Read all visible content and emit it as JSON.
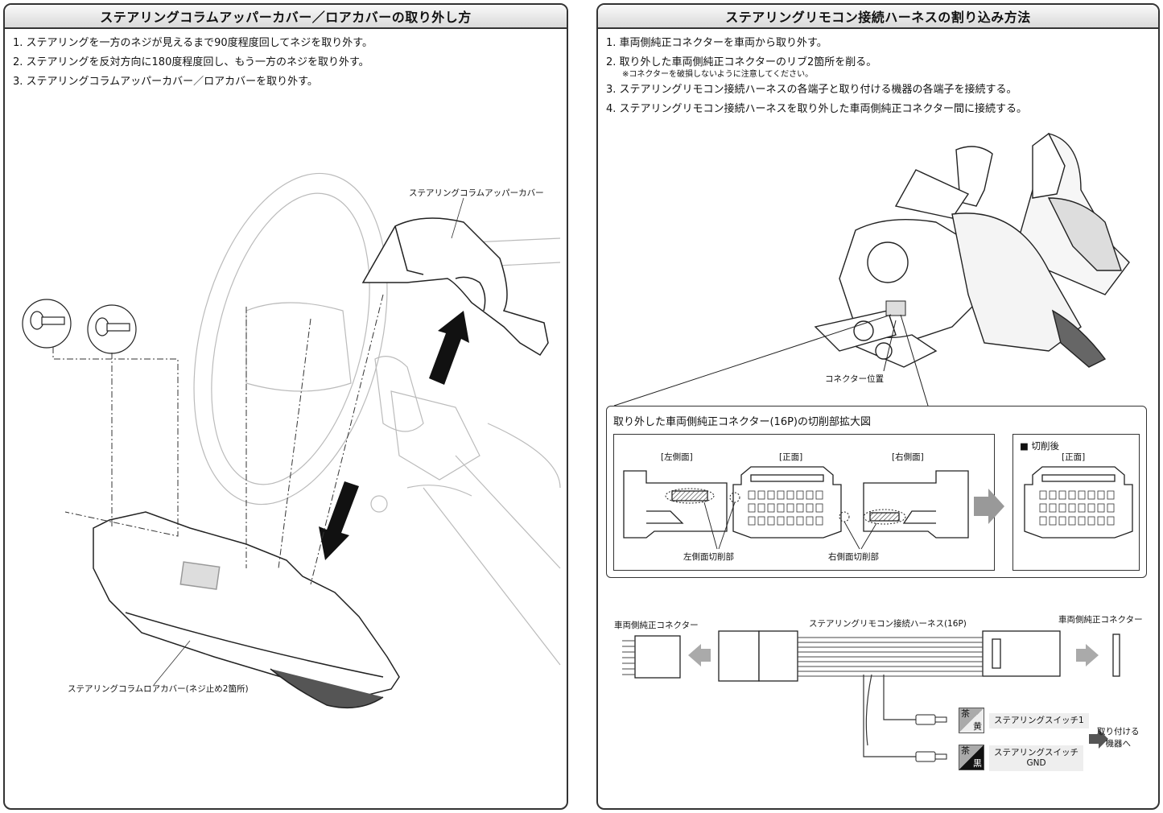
{
  "left": {
    "title": "ステアリングコラムアッパーカバー／ロアカバーの取り外し方",
    "steps": [
      "1. ステアリングを一方のネジが見えるまで90度程度回してネジを取り外す。",
      "2. ステアリングを反対方向に180度程度回し、もう一方のネジを取り外す。",
      "3. ステアリングコラムアッパーカバー／ロアカバーを取り外す。"
    ],
    "label_upper": "ステアリングコラムアッパーカバー",
    "label_lower": "ステアリングコラムロアカバー(ネジ止め2箇所)"
  },
  "right": {
    "title": "ステアリングリモコン接続ハーネスの割り込み方法",
    "steps": [
      "1. 車両側純正コネクターを車両から取り外す。",
      "2. 取り外した車両側純正コネクターのリブ2箇所を削る。",
      "3. ステアリングリモコン接続ハーネスの各端子と取り付ける機器の各端子を接続する。",
      "4. ステアリングリモコン接続ハーネスを取り外した車両側純正コネクター間に接続する。"
    ],
    "step2_note": "※コネクターを破損しないように注意してください。",
    "connector_position": "コネクター位置",
    "detail": {
      "title": "取り外した車両側純正コネクター(16P)の切削部拡大図",
      "left_side": "[左側面]",
      "front": "[正面]",
      "right_side": "[右側面]",
      "after_cut": "■ 切削後",
      "after_front": "[正面]",
      "left_cut": "左側面切削部",
      "right_cut": "右側面切削部"
    },
    "wiring": {
      "vehicle_connector_left": "車両側純正コネクター",
      "harness": "ステアリングリモコン接続ハーネス(16P)",
      "vehicle_connector_right": "車両側純正コネクター",
      "wire1_top": "茶",
      "wire1_bottom": "黄",
      "wire1_label": "ステアリングスイッチ1",
      "wire2_top": "茶",
      "wire2_bottom": "黒",
      "wire2_label_line1": "ステアリングスイッチ",
      "wire2_label_line2": "GND",
      "to_device_line1": "取り付ける",
      "to_device_line2": "機器へ"
    }
  }
}
